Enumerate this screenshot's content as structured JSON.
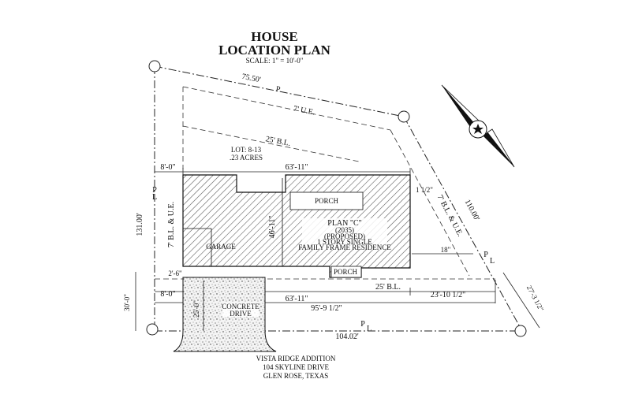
{
  "title": {
    "line1": "HOUSE",
    "line2": "LOCATION PLAN",
    "scale": "SCALE: 1\" = 10'-0\""
  },
  "lot": {
    "label": "LOT: 8-13",
    "acres": ".23 ACRES"
  },
  "house": {
    "plan": "PLAN \"C\"",
    "code": "(2035)",
    "proposed": "(PROPOSED)",
    "desc1": "1 STORY SINGLE",
    "desc2": "FAMILY FRAME RESIDENCE",
    "garage": "GARAGE",
    "porch_top": "PORCH",
    "porch_bottom": "PORCH"
  },
  "drive": {
    "label1": "CONCRETE",
    "label2": "DRIVE"
  },
  "dimensions": {
    "top_pl": "75.50'",
    "ue_top": "7' U.E.",
    "bl_top": "25' B.L.",
    "left_setback": "8'-0\"",
    "house_width": "63'-11\"",
    "right_small": "1 1/2\"",
    "left_bl": "7' B.L. & U.E.",
    "left_pl_len": "131.00'",
    "right_bl": "7' B.L. & U.E.",
    "right_pl_len": "110.00'",
    "right_18": "18\"",
    "house_depth": "46'-11\"",
    "bl_bottom": "25' B.L.",
    "bottom_left": "8'-0\"",
    "house_width_bottom": "63'-11\"",
    "bottom_right": "23'-10 1/2\"",
    "overall": "95'-9 1/2\"",
    "front_pl": "104.02'",
    "side_front": "30'-0\"",
    "front_gap": "25'-0\"",
    "small_front": "2'-6\"",
    "diag_right": "27'-3 1/2\""
  },
  "pl_marks": [
    "P",
    "L"
  ],
  "footer": {
    "line1": "VISTA RIDGE ADDITION",
    "line2": "104 SKYLINE DRIVE",
    "line3": "GLEN ROSE, TEXAS"
  },
  "north_arrow": {
    "icon": "north-arrow-icon",
    "state_icon": "texas-star-icon"
  }
}
